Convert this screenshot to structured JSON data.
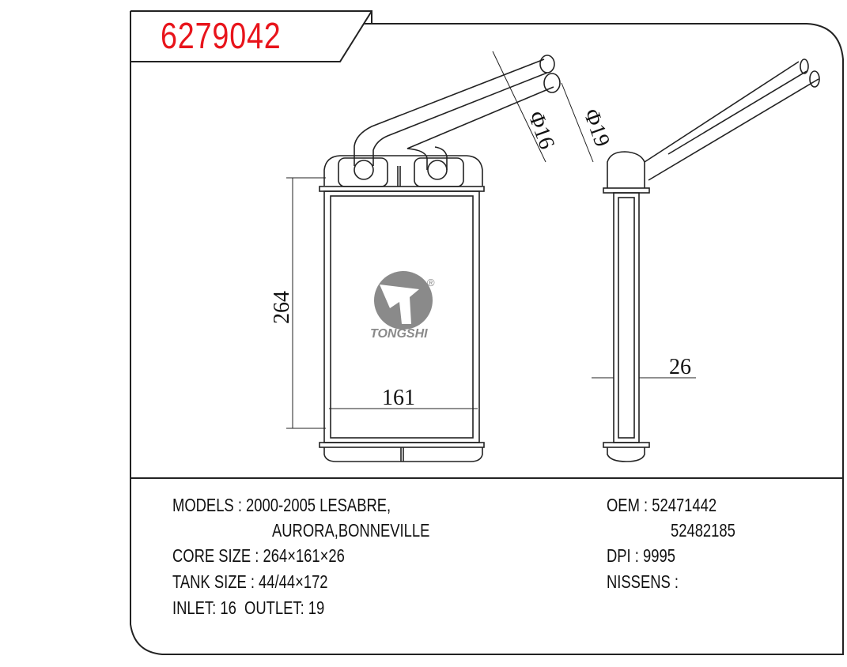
{
  "part_number": "6279042",
  "brand": {
    "name": "TONGSHI",
    "mark": "®"
  },
  "dimensions": {
    "height": "264",
    "width": "161",
    "depth": "26",
    "inlet_dia": "Φ16",
    "outlet_dia": "Φ19"
  },
  "specs": {
    "models_label": "MODELS : 2000-2005 LESABRE,",
    "models_cont": "AURORA,BONNEVILLE",
    "core_size": "CORE SIZE : 264×161×26",
    "tank_size": "TANK SIZE : 44/44×172",
    "inlet_outlet": "INLET: 16  OUTLET: 19",
    "oem_label": "OEM : 52471442",
    "oem_cont": "52482185",
    "dpi": "DPI : 9995",
    "nissens": "NISSENS :"
  },
  "colors": {
    "part_number": "#e8141b",
    "logo": "#8a8a8a"
  }
}
